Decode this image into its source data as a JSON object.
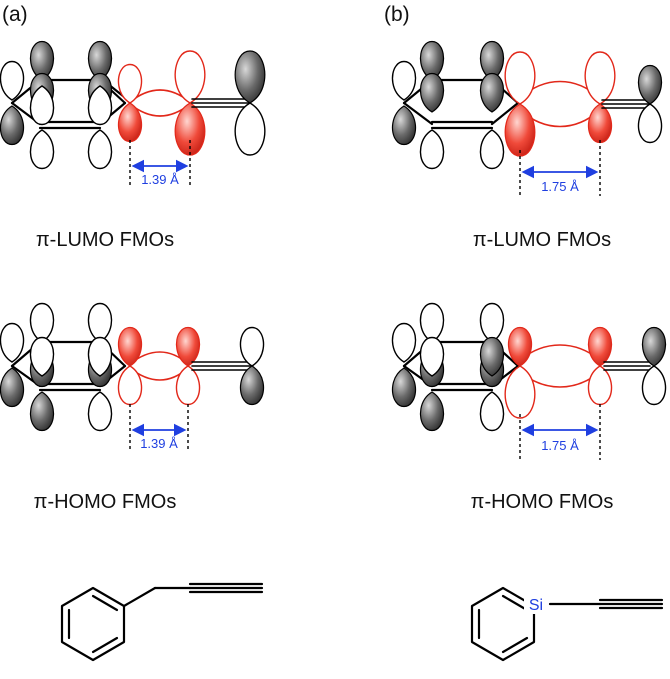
{
  "panels": {
    "a": {
      "label": "(a)"
    },
    "b": {
      "label": "(b)"
    }
  },
  "captions": {
    "a_lumo": "π-LUMO FMOs",
    "b_lumo": "π-LUMO FMOs",
    "a_homo": "π-HOMO FMOs",
    "b_homo": "π-HOMO FMOs"
  },
  "distances": {
    "a_lumo": "1.39 Å",
    "a_homo": "1.39 Å",
    "b_lumo": "1.75 Å",
    "b_homo": "1.75 Å"
  },
  "structures": {
    "si_label": "Si"
  },
  "colors": {
    "highlight_orbital": "#e2281a",
    "distance_arrow": "#1f3fe0",
    "shaded_orbital": "#4a4a4a"
  }
}
